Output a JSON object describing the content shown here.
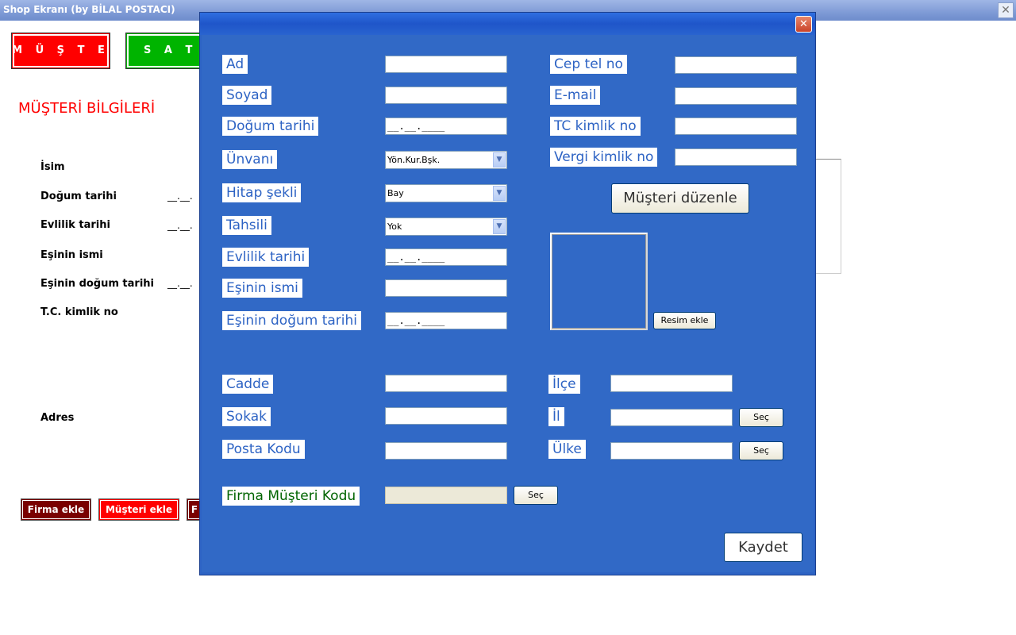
{
  "window": {
    "title": "Shop Ekranı (by BİLAL POSTACI)",
    "close_glyph": "✕"
  },
  "top_buttons": {
    "musteri": "M Ü Ş T E R İ",
    "satis": "S A T I Ş"
  },
  "section_title": "MÜŞTERİ BİLGİLERİ",
  "info": {
    "isim": "İsim",
    "dogum_tarihi": "Doğum tarihi",
    "evlilik_tarihi": "Evlilik tarihi",
    "esinin_ismi": "Eşinin ismi",
    "esinin_dogum_tarihi": "Eşinin doğum tarihi",
    "tc_kimlik_no": "T.C. kimlik no",
    "adres": "Adres",
    "date_mask": "__.__."
  },
  "bottom_buttons": {
    "firma_ekle": "Firma ekle",
    "musteri_ekle": "Müşteri ekle",
    "third": "F"
  },
  "dialog": {
    "close_glyph": "✕",
    "labels": {
      "ad": "Ad",
      "soyad": "Soyad",
      "dogum_tarihi": "Doğum tarihi",
      "unvani": "Ünvanı",
      "hitap_sekli": "Hitap şekli",
      "tahsili": "Tahsili",
      "evlilik_tarihi": "Evlilik tarihi",
      "esinin_ismi": "Eşinin ismi",
      "esinin_dogum_tarihi": "Eşinin doğum tarihi",
      "cep_tel_no": "Cep tel no",
      "email": "E-mail",
      "tc_kimlik_no": "TC kimlik no",
      "vergi_kimlik_no": "Vergi kimlik no",
      "cadde": "Cadde",
      "sokak": "Sokak",
      "posta_kodu": "Posta Kodu",
      "ilce": "İlçe",
      "il": "İl",
      "ulke": "Ülke",
      "firma_musteri_kodu": "Firma Müşteri Kodu"
    },
    "values": {
      "date_mask": "__.__.____",
      "unvani": "Yön.Kur.Bşk.",
      "hitap_sekli": "Bay",
      "tahsili": "Yok"
    },
    "buttons": {
      "musteri_duzenle": "Müşteri düzenle",
      "resim_ekle": "Resim ekle",
      "sec": "Seç",
      "kaydet": "Kaydet"
    },
    "combo_arrow": "▼"
  }
}
